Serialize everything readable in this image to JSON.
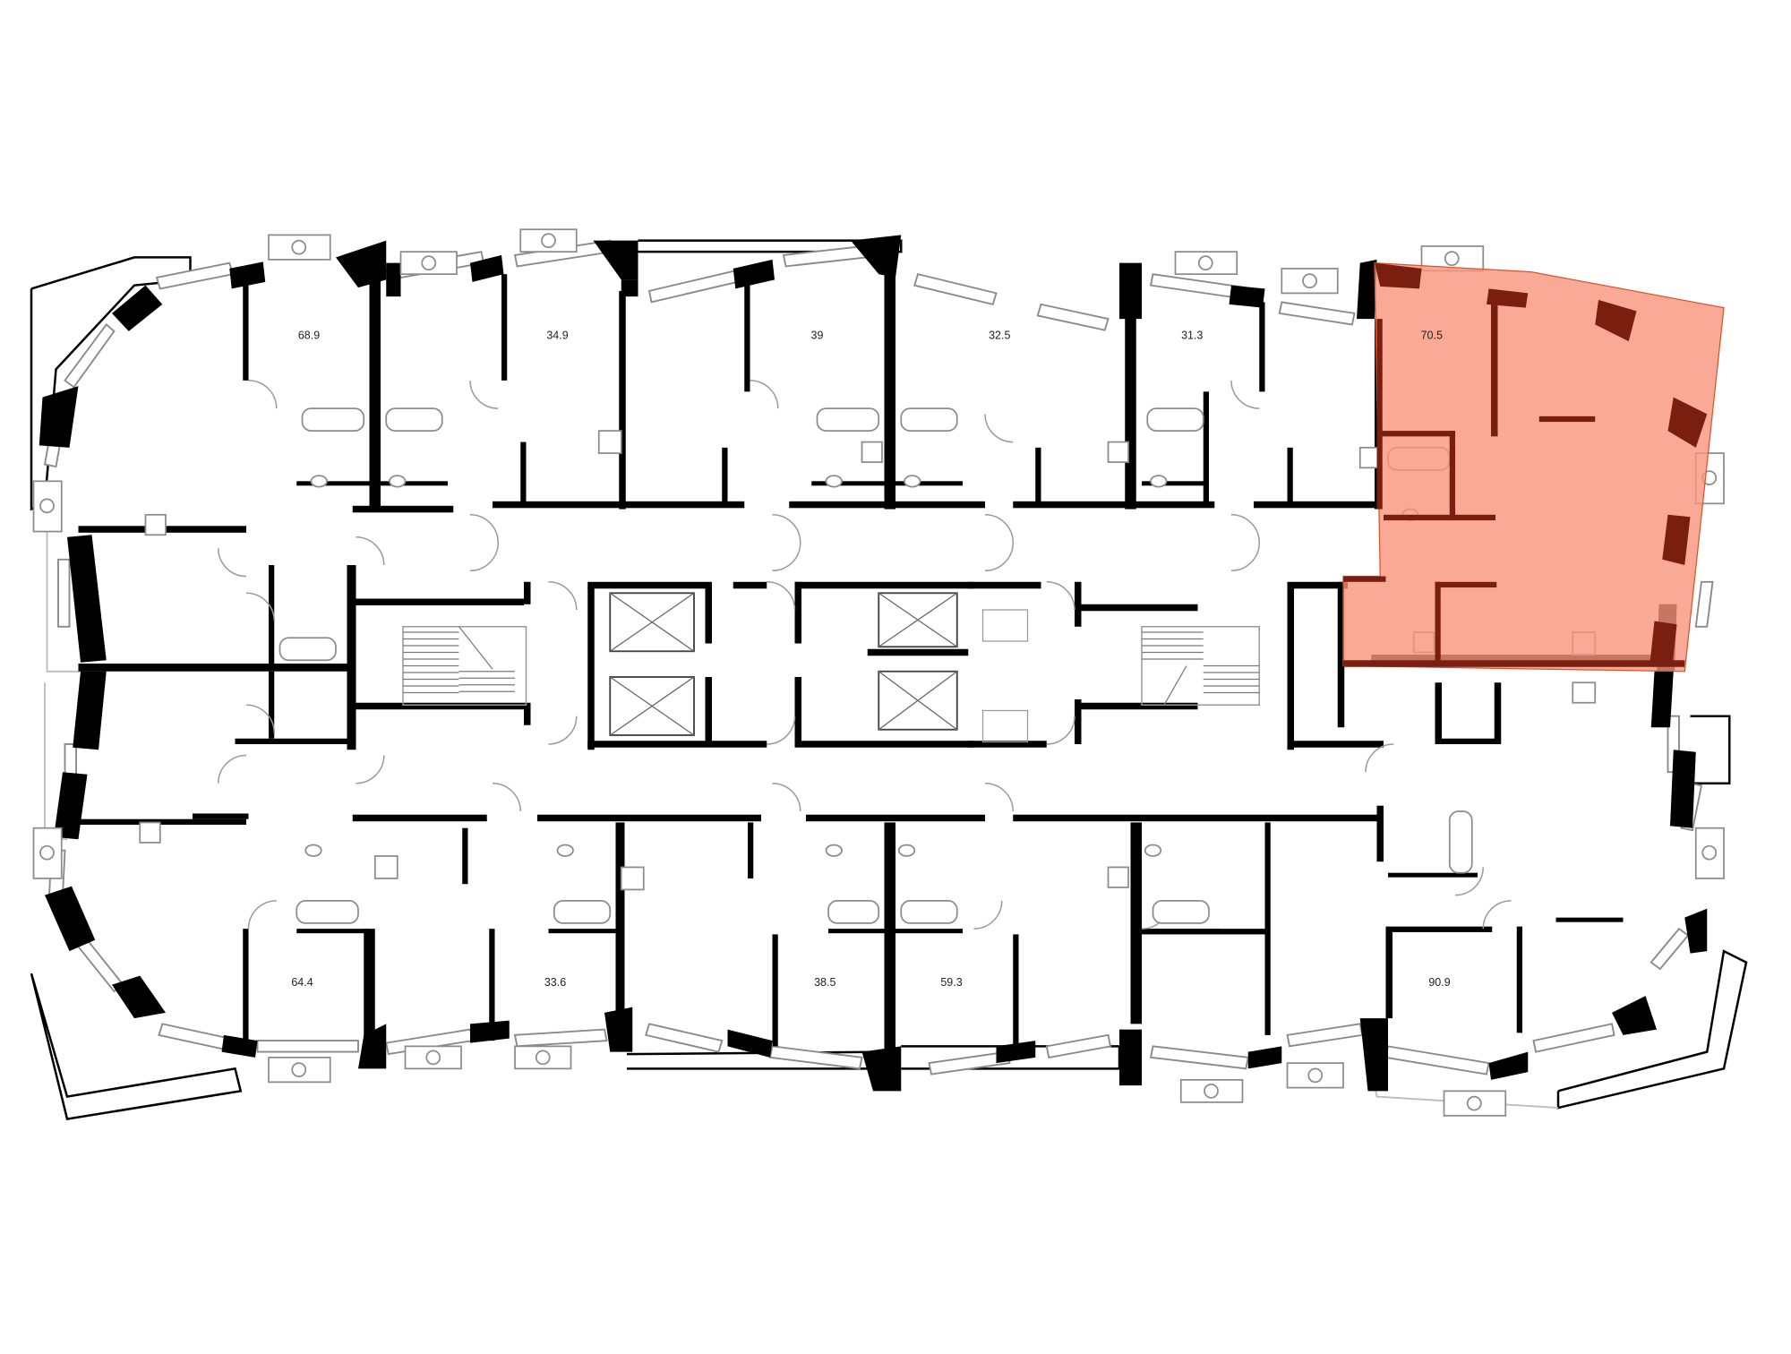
{
  "highlight": {
    "color": "#f8937a",
    "edge_color": "#7a1f10",
    "opacity": 0.8
  },
  "apartments": [
    {
      "id": "apt-68-9",
      "area": "68.9"
    },
    {
      "id": "apt-34-9",
      "area": "34.9"
    },
    {
      "id": "apt-39",
      "area": "39"
    },
    {
      "id": "apt-32-5",
      "area": "32.5"
    },
    {
      "id": "apt-31-3",
      "area": "31.3"
    },
    {
      "id": "apt-70-5",
      "area": "70.5",
      "selected": true
    },
    {
      "id": "apt-64-4",
      "area": "64.4"
    },
    {
      "id": "apt-33-6",
      "area": "33.6"
    },
    {
      "id": "apt-38-5",
      "area": "38.5"
    },
    {
      "id": "apt-59-3",
      "area": "59.3"
    },
    {
      "id": "apt-90-9",
      "area": "90.9"
    }
  ]
}
